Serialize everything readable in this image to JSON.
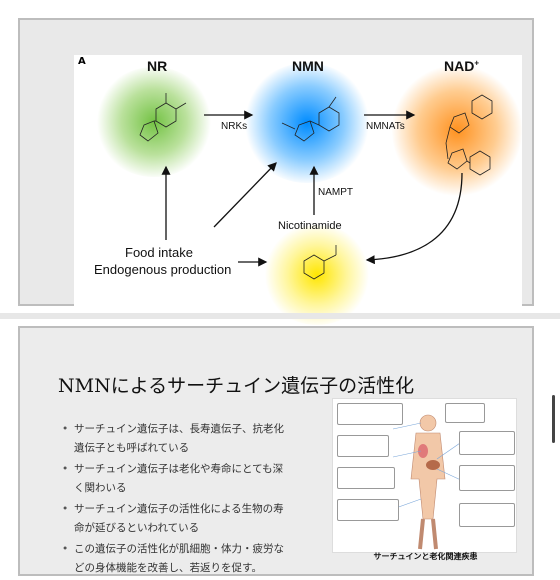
{
  "diagram": {
    "panel_label": "A",
    "nodes": {
      "nr": "NR",
      "nmn": "NMN",
      "nad": "NAD",
      "nad_superscript": "+",
      "nicotinamide": "Nicotinamide"
    },
    "arrows": {
      "nrks": "NRKs",
      "nmnats": "NMNATs",
      "nampt": "NAMPT"
    },
    "sources": [
      "Food intake",
      "Endogenous production"
    ],
    "colors": {
      "nr": "#6cbf3a",
      "nmn": "#1e90ff",
      "nad": "#ff8c1a",
      "nicotinamide": "#ffe600"
    }
  },
  "slide": {
    "title": "NMNによるサーチュイン遺伝子の活性化",
    "bullets": [
      "サーチュイン遺伝子は、長寿遺伝子、抗老化遺伝子とも呼ばれている",
      "サーチュイン遺伝子は老化や寿命にとても深く関わいる",
      "サーチュイン遺伝子の活性化による生物の寿命が延びるといわれている",
      "この遺伝子の活性化が肌細胞・体力・疲労などの身体機能を改善し、若返りを促す。"
    ],
    "figure_caption": "サーチュインと老化関連疾患"
  }
}
